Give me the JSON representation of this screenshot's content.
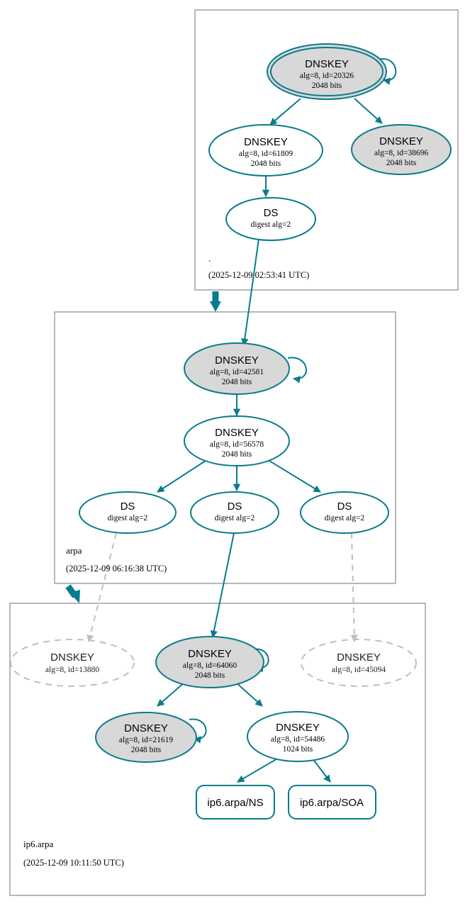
{
  "diagram": {
    "type": "dnssec-authentication-chain",
    "title": "DNSSEC authentication chain for ip6.arpa",
    "colors": {
      "secure_edge": "#0a7b8c",
      "node_stroke": "#0a7b8c",
      "ksk_fill": "#d8d8d8",
      "zsk_fill": "#ffffff",
      "insecure_stroke": "#bfbfbf",
      "zone_box_stroke": "#999999",
      "text": "#000000"
    }
  },
  "zones": [
    {
      "id": "root",
      "name": ".",
      "timestamp": "(2025-12-09 02:53:41 UTC)",
      "nodes": [
        {
          "id": "root-ksk-20326",
          "kind": "DNSKEY",
          "title": "DNSKEY",
          "line2": "alg=8, id=20326",
          "line3": "2048 bits",
          "trust_anchor": true,
          "fill": "ksk",
          "self_signed": true
        },
        {
          "id": "root-zsk-61809",
          "kind": "DNSKEY",
          "title": "DNSKEY",
          "line2": "alg=8, id=61809",
          "line3": "2048 bits",
          "trust_anchor": false,
          "fill": "zsk",
          "self_signed": false
        },
        {
          "id": "root-ksk-38696",
          "kind": "DNSKEY",
          "title": "DNSKEY",
          "line2": "alg=8, id=38696",
          "line3": "2048 bits",
          "trust_anchor": false,
          "fill": "ksk",
          "self_signed": false
        },
        {
          "id": "root-ds-arpa",
          "kind": "DS",
          "title": "DS",
          "line2": "digest alg=2",
          "line3": "",
          "fill": "zsk"
        }
      ]
    },
    {
      "id": "arpa",
      "name": "arpa",
      "timestamp": "(2025-12-09 06:16:38 UTC)",
      "nodes": [
        {
          "id": "arpa-ksk-42581",
          "kind": "DNSKEY",
          "title": "DNSKEY",
          "line2": "alg=8, id=42581",
          "line3": "2048 bits",
          "fill": "ksk",
          "self_signed": true
        },
        {
          "id": "arpa-zsk-56578",
          "kind": "DNSKEY",
          "title": "DNSKEY",
          "line2": "alg=8, id=56578",
          "line3": "2048 bits",
          "fill": "zsk",
          "self_signed": false
        },
        {
          "id": "arpa-ds-1",
          "kind": "DS",
          "title": "DS",
          "line2": "digest alg=2",
          "line3": "",
          "fill": "zsk"
        },
        {
          "id": "arpa-ds-2",
          "kind": "DS",
          "title": "DS",
          "line2": "digest alg=2",
          "line3": "",
          "fill": "zsk"
        },
        {
          "id": "arpa-ds-3",
          "kind": "DS",
          "title": "DS",
          "line2": "digest alg=2",
          "line3": "",
          "fill": "zsk"
        }
      ]
    },
    {
      "id": "ip6arpa",
      "name": "ip6.arpa",
      "timestamp": "(2025-12-09 10:11:50 UTC)",
      "nodes": [
        {
          "id": "ip6-key-13880",
          "kind": "DNSKEY",
          "title": "DNSKEY",
          "line2": "alg=8, id=13880",
          "line3": "",
          "fill": "none",
          "insecure": true
        },
        {
          "id": "ip6-ksk-64060",
          "kind": "DNSKEY",
          "title": "DNSKEY",
          "line2": "alg=8, id=64060",
          "line3": "2048 bits",
          "fill": "ksk",
          "self_signed": true
        },
        {
          "id": "ip6-key-45094",
          "kind": "DNSKEY",
          "title": "DNSKEY",
          "line2": "alg=8, id=45094",
          "line3": "",
          "fill": "none",
          "insecure": true
        },
        {
          "id": "ip6-ksk-21619",
          "kind": "DNSKEY",
          "title": "DNSKEY",
          "line2": "alg=8, id=21619",
          "line3": "2048 bits",
          "fill": "ksk",
          "self_signed": true
        },
        {
          "id": "ip6-zsk-54486",
          "kind": "DNSKEY",
          "title": "DNSKEY",
          "line2": "alg=8, id=54486",
          "line3": "1024 bits",
          "fill": "zsk",
          "self_signed": false
        },
        {
          "id": "ip6-rr-ns",
          "kind": "RRSET",
          "title": "ip6.arpa/NS",
          "line2": "",
          "line3": "",
          "fill": "zsk"
        },
        {
          "id": "ip6-rr-soa",
          "kind": "RRSET",
          "title": "ip6.arpa/SOA",
          "line2": "",
          "line3": "",
          "fill": "zsk"
        }
      ]
    }
  ]
}
